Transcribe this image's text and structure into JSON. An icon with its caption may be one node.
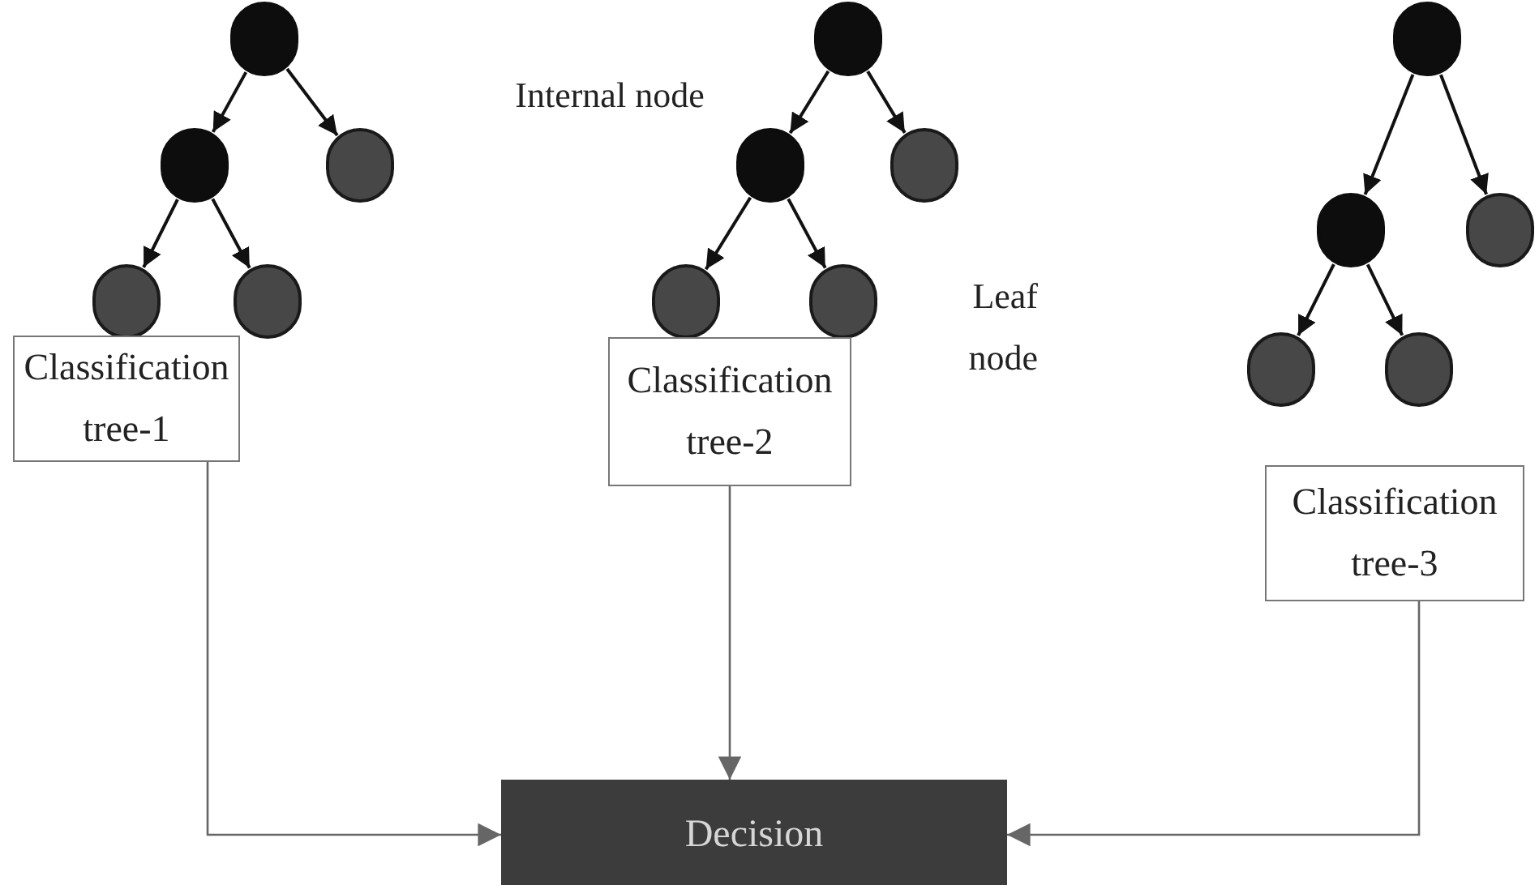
{
  "diagram": {
    "nodes": [
      {
        "text": [],
        "shape": "circle"
      },
      {
        "text": [],
        "shape": "circle"
      },
      {
        "text": [],
        "shape": "circle"
      },
      {
        "text": [],
        "shape": "circle"
      },
      {
        "text": [],
        "shape": "circle"
      },
      {
        "text": [
          "Classification tree-1"
        ]
      },
      {
        "text": [],
        "shape": "circle"
      },
      {
        "text": [],
        "shape": "circle"
      },
      {
        "text": [],
        "shape": "circle"
      },
      {
        "text": [],
        "shape": "circle"
      },
      {
        "text": [],
        "shape": "circle"
      },
      {
        "text": [
          "Classification tree-2"
        ]
      },
      {
        "text": [],
        "shape": "circle"
      },
      {
        "text": [],
        "shape": "circle"
      },
      {
        "text": [],
        "shape": "circle"
      },
      {
        "text": [],
        "shape": "circle"
      },
      {
        "text": [],
        "shape": "circle"
      },
      {
        "text": [
          "Classification tree-3"
        ]
      },
      {
        "text": [
          "Decision"
        ]
      }
    ],
    "edges": [
      {
        "from": 0,
        "to": 1,
        "arrow": "to"
      },
      {
        "from": 0,
        "to": 2,
        "arrow": "to"
      },
      {
        "from": 1,
        "to": 3,
        "arrow": "to"
      },
      {
        "from": 1,
        "to": 4,
        "arrow": "to"
      },
      {
        "from": 6,
        "to": 7,
        "arrow": "to"
      },
      {
        "from": 6,
        "to": 8,
        "arrow": "to"
      },
      {
        "from": 7,
        "to": 9,
        "arrow": "to"
      },
      {
        "from": 7,
        "to": 10,
        "arrow": "to"
      },
      {
        "from": 12,
        "to": 13,
        "arrow": "to"
      },
      {
        "from": 12,
        "to": 14,
        "arrow": "to"
      },
      {
        "from": 13,
        "to": 15,
        "arrow": "to"
      },
      {
        "from": 13,
        "to": 16,
        "arrow": "to"
      },
      {
        "from": 5,
        "to": 18,
        "arrow": "to"
      },
      {
        "from": 11,
        "to": 18,
        "arrow": "to"
      },
      {
        "from": 17,
        "to": 18,
        "arrow": "to"
      }
    ],
    "labels": [
      "Internal node",
      "Leaf node"
    ]
  }
}
